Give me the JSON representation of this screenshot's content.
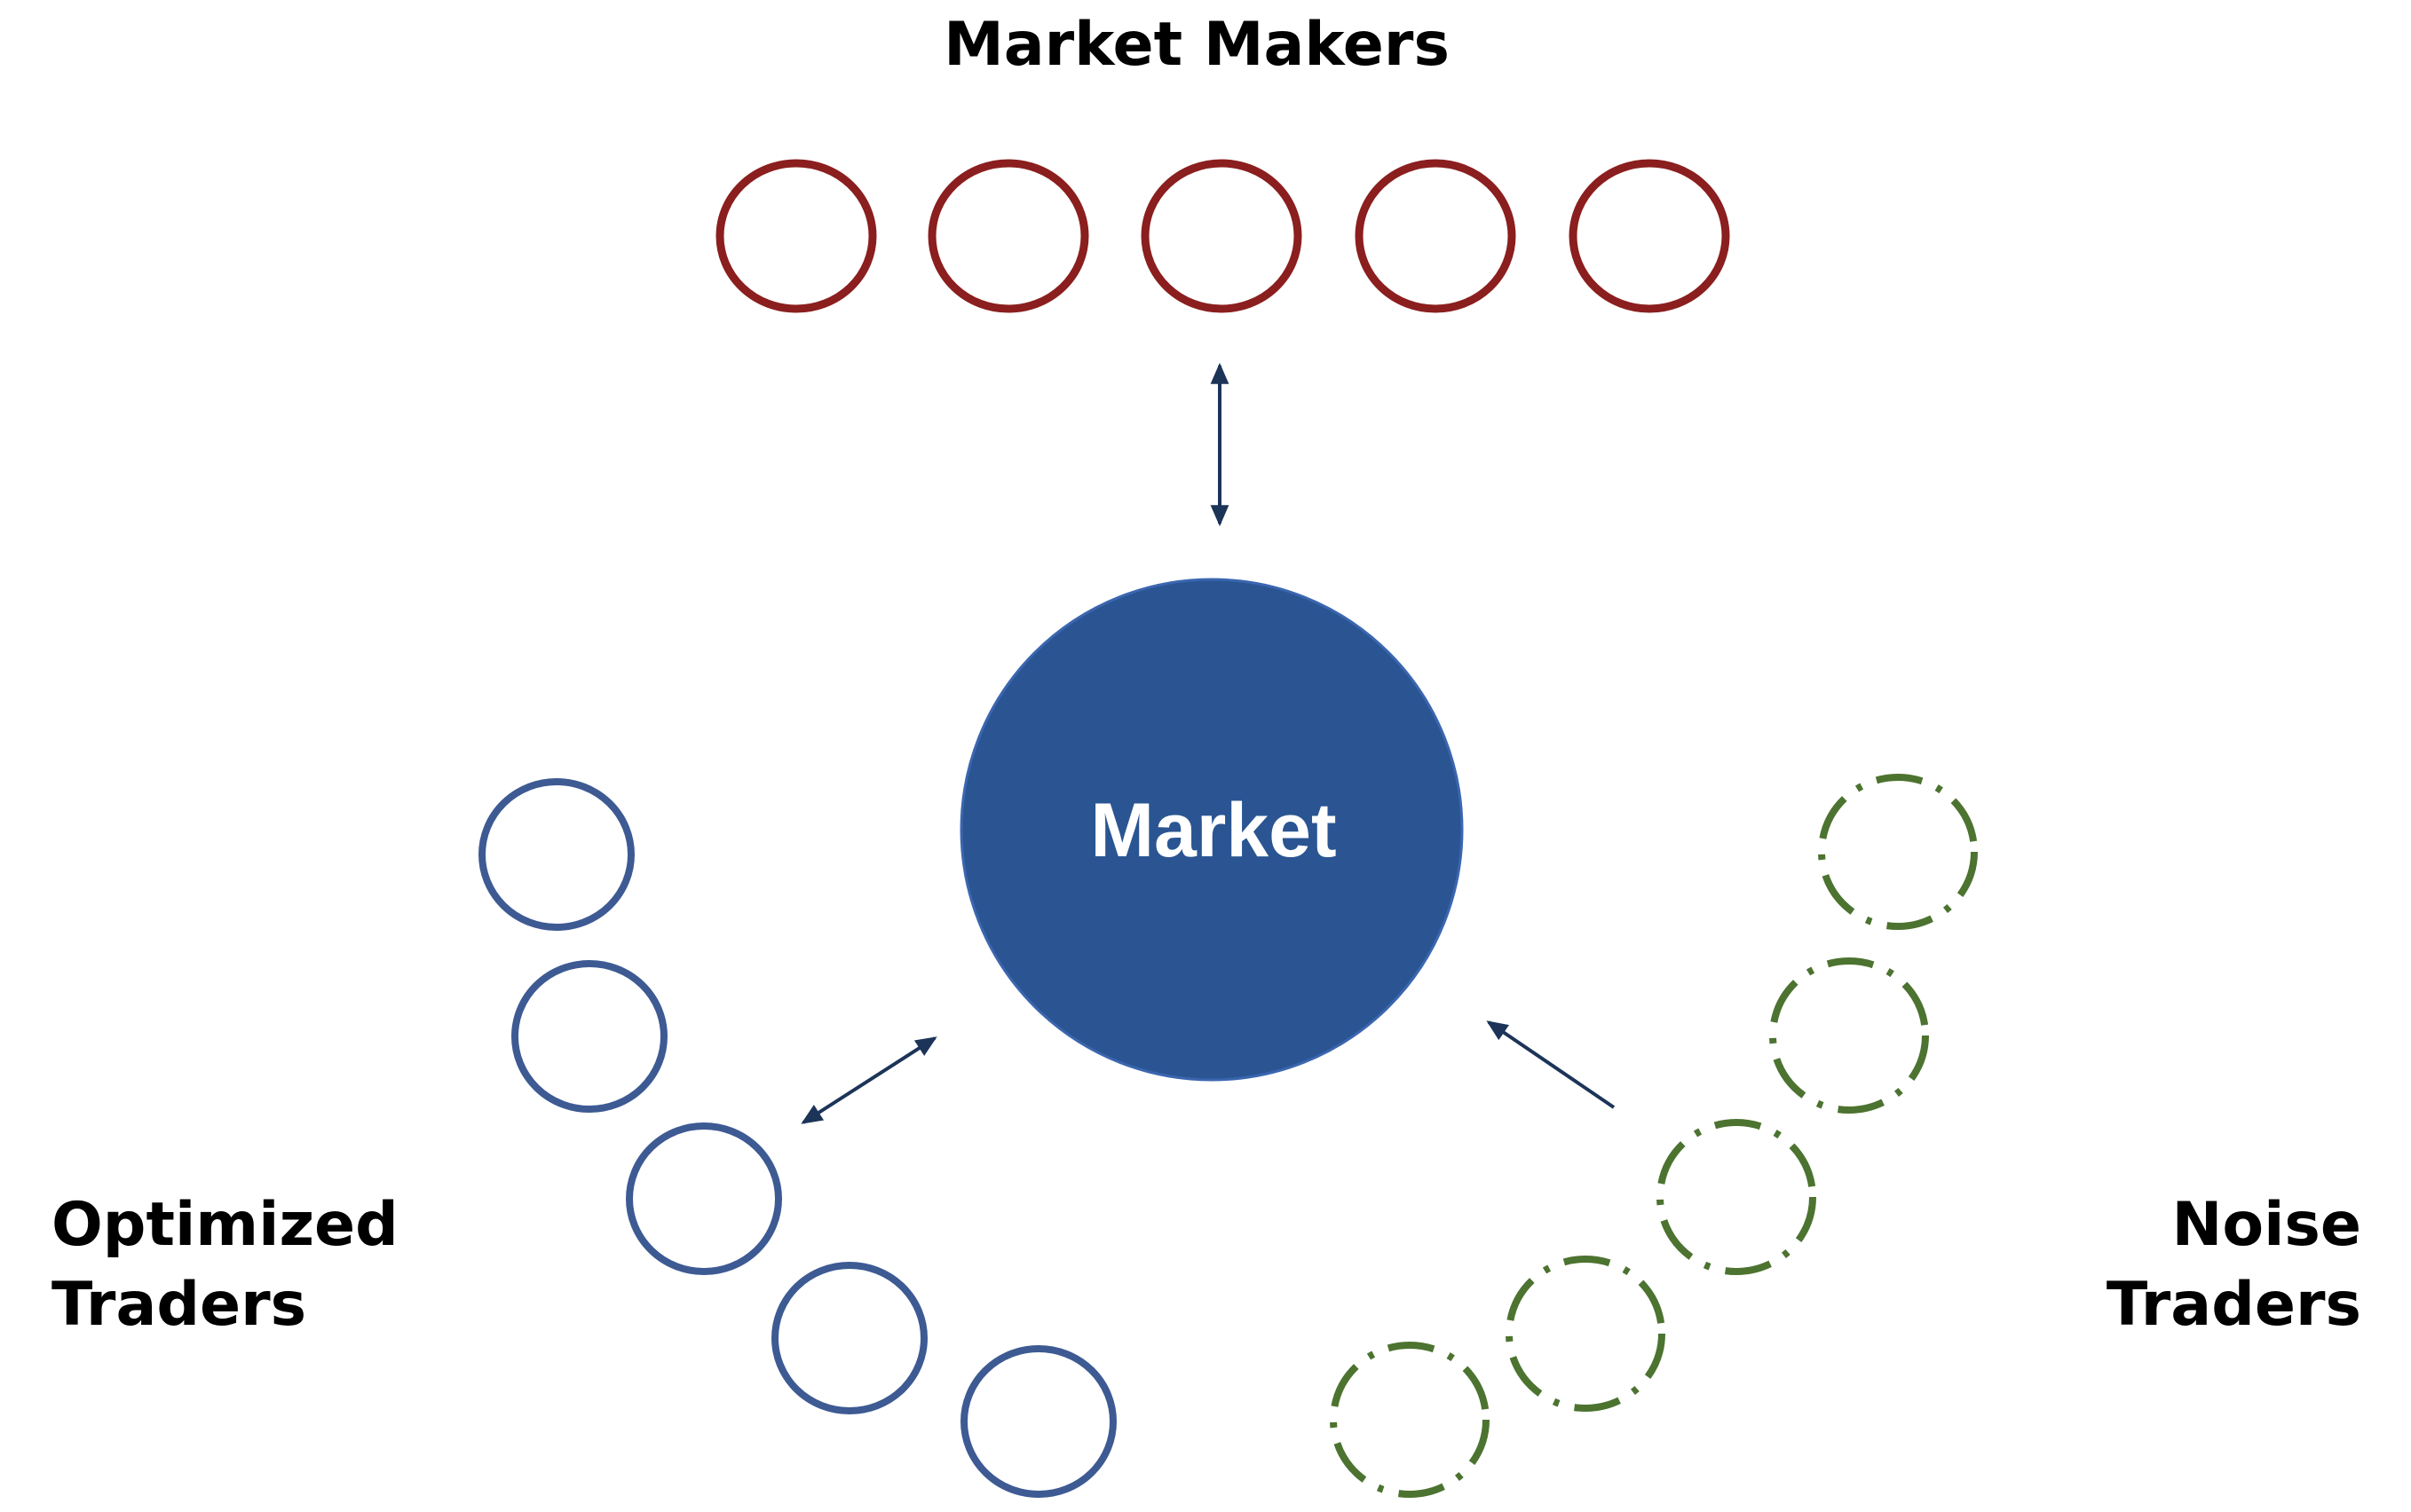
{
  "diagram": {
    "center_label": "Market",
    "groups": {
      "market_makers": {
        "label": "Market Makers",
        "count": 5,
        "color": "#8B1E1E",
        "style": "solid",
        "arrow": "bidirectional"
      },
      "optimized_traders": {
        "label_lines": [
          "Optimized",
          "Traders"
        ],
        "count": 5,
        "color": "#3D5A93",
        "style": "solid",
        "arrow": "bidirectional"
      },
      "noise_traders": {
        "label_lines": [
          "Noise",
          "Traders"
        ],
        "count": 5,
        "color": "#4C7330",
        "style": "dash-dot",
        "arrow": "toward-market"
      }
    },
    "colors": {
      "market_fill": "#2A5592",
      "arrow": "#1C3458"
    }
  }
}
